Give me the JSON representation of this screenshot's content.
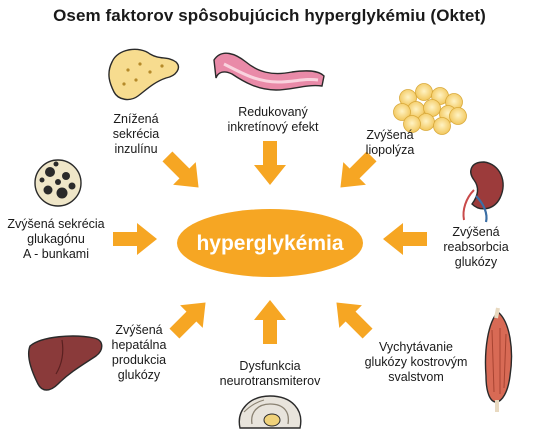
{
  "title": "Osem faktorov spôsobujúcich hyperglykémiu (Oktet)",
  "center": {
    "label": "hyperglykémia",
    "color": "#f6a623"
  },
  "arrow_color": "#f6a623",
  "factors": [
    {
      "lines": [
        "Znížená",
        "sekrécia",
        "inzulínu"
      ],
      "icon": "pancreas-icon"
    },
    {
      "lines": [
        "Redukovaný",
        "inkretínový efekt"
      ],
      "icon": "intestine-icon"
    },
    {
      "lines": [
        "Zvýšená",
        "liopolýza"
      ],
      "icon": "fat-cells-icon"
    },
    {
      "lines": [
        "Zvýšená sekrécia",
        "glukagónu",
        "A - bunkami"
      ],
      "icon": "islet-cell-icon"
    },
    {
      "lines": [
        "Zvýšená",
        "reabsorbcia",
        "glukózy"
      ],
      "icon": "kidney-icon"
    },
    {
      "lines": [
        "Zvýšená",
        "hepatálna",
        "produkcia",
        "glukózy"
      ],
      "icon": "liver-icon"
    },
    {
      "lines": [
        "Dysfunkcia",
        "neurotransmiterov"
      ],
      "icon": "brain-icon"
    },
    {
      "lines": [
        "Vychytávanie",
        "glukózy kostrovým",
        "svalstvom"
      ],
      "icon": "muscle-icon"
    }
  ]
}
